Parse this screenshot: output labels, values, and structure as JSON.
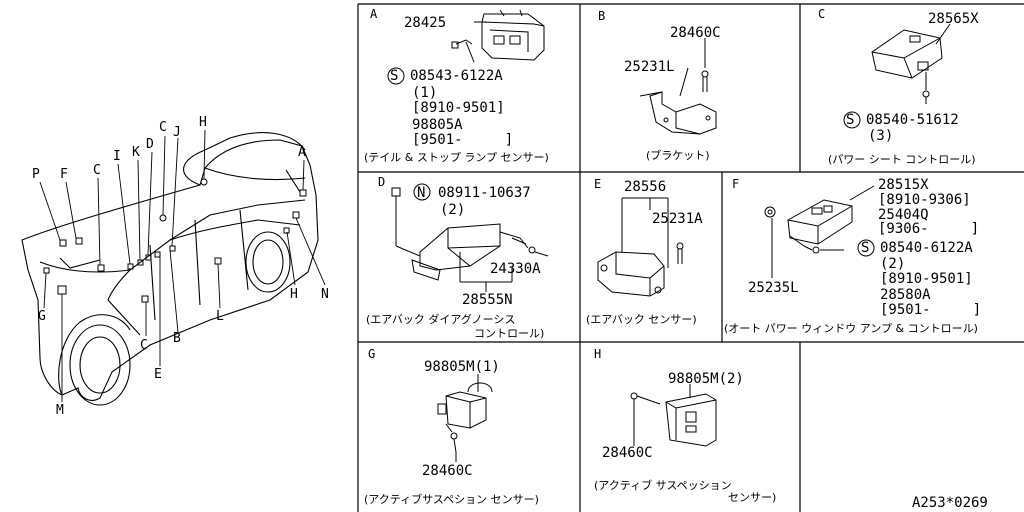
{
  "car_labels": {
    "P": "P",
    "F": "F",
    "C1": "C",
    "I": "I",
    "K": "K",
    "D": "D",
    "C2": "C",
    "J": "J",
    "H1": "H",
    "A": "A",
    "G": "G",
    "M": "M",
    "C3": "C",
    "E": "E",
    "B": "B",
    "L": "L",
    "H2": "H",
    "N": "N"
  },
  "panels": {
    "A": {
      "letter": "A",
      "part1": "28425",
      "screw_symbol": "S",
      "screw": "08543-6122A",
      "qty": "(1)",
      "range1": "[8910-9501]",
      "part2": "98805A",
      "range2": "[9501-     ]",
      "caption": "(テイル & ストップ ランプ センサー)"
    },
    "B": {
      "letter": "B",
      "part1": "28460C",
      "part2": "25231L",
      "caption": "(ブラケット)"
    },
    "C": {
      "letter": "C",
      "part1": "28565X",
      "screw_symbol": "S",
      "screw": "08540-51612",
      "qty": "(3)",
      "caption": "(パワー シート コントロール)"
    },
    "D": {
      "letter": "D",
      "nut_symbol": "N",
      "nut": "08911-10637",
      "qty": "(2)",
      "part1": "24330A",
      "part2": "28555N",
      "caption1": "(エアバック ダイアグノーシス",
      "caption2": "コントロール)"
    },
    "E": {
      "letter": "E",
      "part1": "28556",
      "part2": "25231A",
      "caption": "(エアバック センサー)"
    },
    "F": {
      "letter": "F",
      "part1": "28515X",
      "range1": "[8910-9306]",
      "part2": "25404Q",
      "range2": "[9306-     ]",
      "screw_symbol": "S",
      "screw": "08540-6122A",
      "qty": "(2)",
      "range3": "[8910-9501]",
      "part3": "28580A",
      "range4": "[9501-     ]",
      "part4": "25235L",
      "caption": "(オート パワー ウィンドウ アンプ & コントロール)"
    },
    "G": {
      "letter": "G",
      "part1": "98805M(1)",
      "part2": "28460C",
      "caption": "(アクティブサスペション センサー)"
    },
    "H": {
      "letter": "H",
      "part1": "98805M(2)",
      "part2": "28460C",
      "caption1": "(アクティブ サスペッション",
      "caption2": "センサー)"
    }
  },
  "diagram_code": "A253*0269"
}
